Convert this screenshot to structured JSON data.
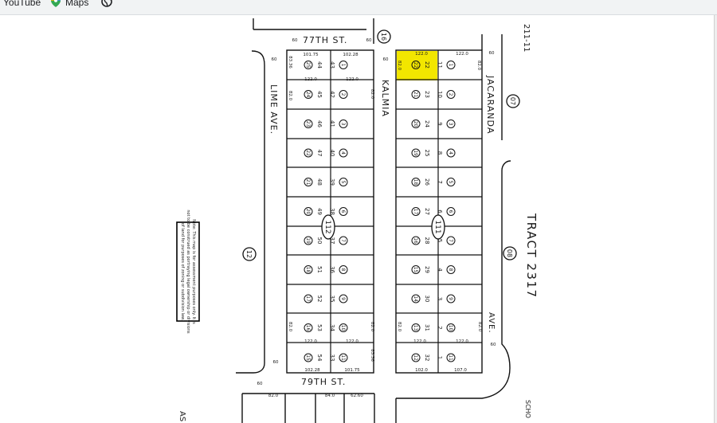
{
  "bookmarks": [
    {
      "label": "YouTube",
      "icon": "youtube-icon"
    },
    {
      "label": "Maps",
      "icon": "maps-pin-icon"
    },
    {
      "label": "",
      "icon": "globe-icon"
    }
  ],
  "map": {
    "sheet_number": "211-11",
    "streets": {
      "north": "77TH ST.",
      "south": "79TH ST.",
      "west": "LIME AVE.",
      "middle": "KALMIA",
      "east": "JACARANDA",
      "east_lower": "AVE."
    },
    "tract_label": "TRACT 2317",
    "block_numbers": {
      "west_block": "112",
      "east_block": "111"
    },
    "circled_refs": [
      "16",
      "12",
      "07",
      "08"
    ],
    "highlighted_lot": "22",
    "highlight_color": "#f2e600",
    "note_text": "Note: This map is for assessment purposes only. It is not to be construed as portraying legal ownership or divisions of land for purposes of zoning or subdivision law.",
    "west_block_lots": {
      "left_col": [
        "44",
        "45",
        "46",
        "47",
        "48",
        "49",
        "50",
        "51",
        "52",
        "53",
        "54"
      ],
      "left_parcels": [
        "25",
        "24",
        "23",
        "22",
        "21",
        "20",
        "19",
        "18",
        "17",
        "16",
        "15"
      ],
      "right_col": [
        "43",
        "42",
        "41",
        "40",
        "39",
        "38",
        "37",
        "36",
        "35",
        "34",
        "33"
      ],
      "right_parcels": [
        "1",
        "2",
        "3",
        "4",
        "5",
        "6",
        "7",
        "8",
        "9",
        "10",
        "11"
      ]
    },
    "east_block_lots": {
      "left_col": [
        "22",
        "23",
        "24",
        "25",
        "26",
        "27",
        "28",
        "29",
        "30",
        "31",
        "32"
      ],
      "left_parcels": [
        "22",
        "21",
        "20",
        "19",
        "18",
        "17",
        "16",
        "15",
        "14",
        "13",
        "12"
      ],
      "right_col": [
        "11",
        "10",
        "9",
        "8",
        "7",
        "6",
        "5",
        "4",
        "3",
        "2",
        "1"
      ],
      "right_parcels": [
        "1",
        "2",
        "3",
        "4",
        "5",
        "6",
        "7",
        "8",
        "9",
        "10",
        "11"
      ]
    },
    "dimensions": {
      "west_top": [
        "101.75",
        "102.28"
      ],
      "west_top_inner": [
        "122.0",
        "122.0"
      ],
      "west_bottom": [
        "102.28",
        "101.75"
      ],
      "west_bottom_inner": [
        "122.0",
        "122.0"
      ],
      "east_top": [
        "122.0",
        "122.0"
      ],
      "east_bottom": [
        "102.0",
        "107.0"
      ],
      "east_bottom_inner": [
        "122.0",
        "122.0"
      ],
      "lot_width": "82.0",
      "side_60": "60",
      "south_row": [
        "82.0",
        "84.0",
        "62.60"
      ],
      "side_83": "83.36"
    },
    "partial_labels": {
      "bottom_left": "AS",
      "bottom_right": "SCHO"
    }
  }
}
